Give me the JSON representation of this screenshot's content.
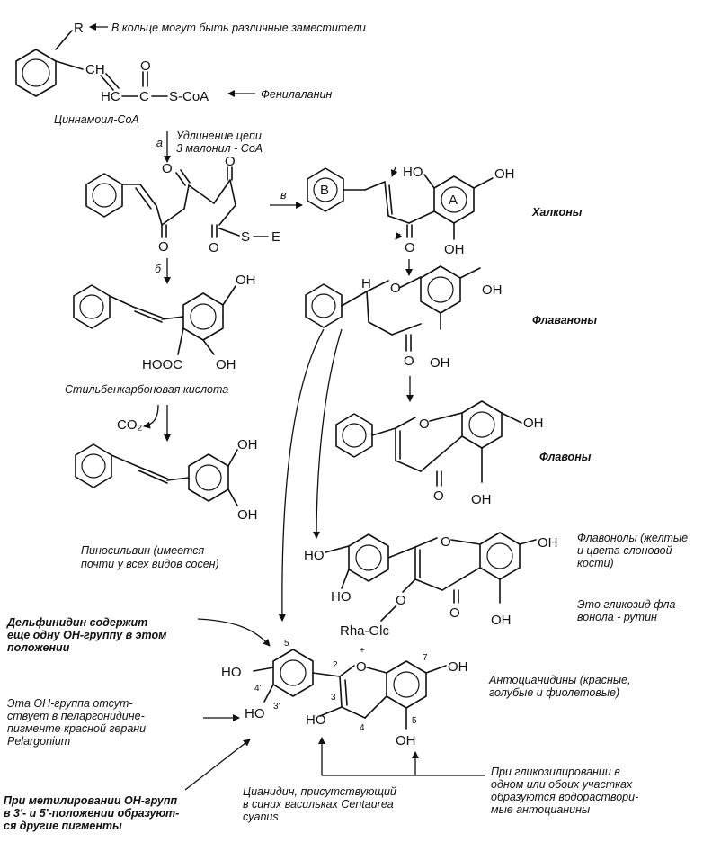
{
  "labels": {
    "r_note": "В кольце могут быть различные заместители",
    "phenylalanine": "Фенилаланин",
    "cinnamoyl_coa": "Циннамоил-CoA",
    "step_a": "а",
    "chain_elong_1": "Удлинение цепи",
    "chain_elong_2": "3 малонил - CoA",
    "step_v": "в",
    "step_b": "б",
    "chalcones": "Халконы",
    "flavanones": "Флаваноны",
    "flavones": "Флавоны",
    "stilbene_acid": "Стильбенкарбоновая кислота",
    "pinosylvin_1": "Пиносильвин (имеется",
    "pinosylvin_2": "почти у всех видов сосен)",
    "flavonols_1": "Флавонолы (желтые",
    "flavonols_2": "и цвета слоновой",
    "flavonols_3": "кости)",
    "rutin_1": "Это гликозид фла-",
    "rutin_2": "вонола - рутин",
    "delphinidin_1": "Дельфинидин содержит",
    "delphinidin_2": "еще одну ОН-группу в этом",
    "delphinidin_3": "положении",
    "pelargonidin_1": "Эта   ОН-группа отсут-",
    "pelargonidin_2": "ствует в пеларгонидине-",
    "pelargonidin_3": "пигменте красной герани",
    "pelargonidin_4": "Pelargonium",
    "anthocyanidins_1": "Антоцианидины (красные,",
    "anthocyanidins_2": "голубые и фиолетовые)",
    "methylation_1": "При метилировании ОН-групп",
    "methylation_2": "в 3'- и 5'-положении образуют-",
    "methylation_3": "ся другие пигменты",
    "cyanidin_1": "Цианидин, присутствующий",
    "cyanidin_2": "в синих васильках Centaurea",
    "cyanidin_3": "cyanus",
    "glycosyl_1": "При гликозилировании в",
    "glycosyl_2": "одном или обоих участках",
    "glycosyl_3": "образуются водораствори-",
    "glycosyl_4": "мые антоцианины"
  },
  "atoms": {
    "R": "R",
    "CH": "CH",
    "HC": "HC",
    "C": "C",
    "O": "O",
    "S_CoA": "S-CoA",
    "S": "S",
    "E": "E",
    "OH": "OH",
    "HO": "HO",
    "HOOC": "HOOC",
    "H": "H",
    "CO2": "CO₂",
    "A": "A",
    "B": "B",
    "Rha_Glc": "Rha-Glc",
    "plus": "+",
    "n5": "5",
    "n4p": "4'",
    "n3p": "3'",
    "n2": "2",
    "n3": "3",
    "n4": "4",
    "n7": "7",
    "n5b": "5"
  }
}
